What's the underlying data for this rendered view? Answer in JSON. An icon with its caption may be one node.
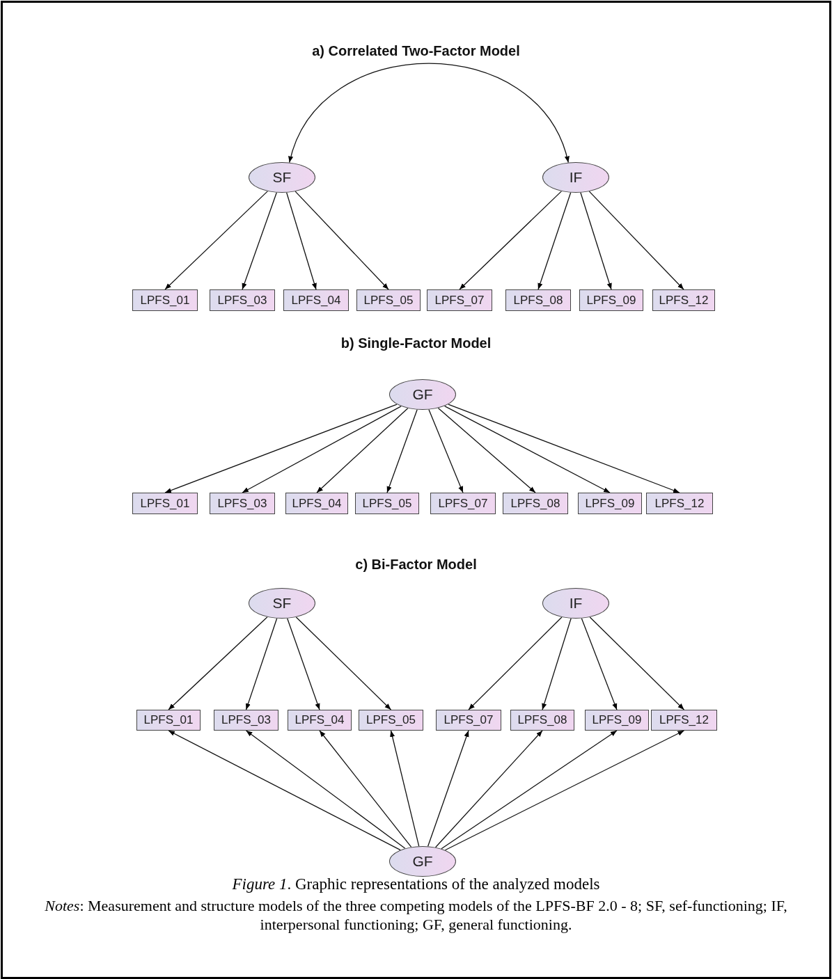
{
  "diagram": {
    "caption": "*Figure 1*. Graphic representations of the analyzed models",
    "nodes": [
      {
        "text": [
          "SF"
        ]
      },
      {
        "text": [
          "IF"
        ]
      },
      {
        "text": [
          "LPFS_01"
        ]
      },
      {
        "text": [
          "LPFS_03"
        ]
      },
      {
        "text": [
          "LPFS_04"
        ]
      },
      {
        "text": [
          "LPFS_05"
        ]
      },
      {
        "text": [
          "LPFS_07"
        ]
      },
      {
        "text": [
          "LPFS_08"
        ]
      },
      {
        "text": [
          "LPFS_09"
        ]
      },
      {
        "text": [
          "LPFS_12"
        ]
      },
      {
        "text": [
          "GF"
        ]
      },
      {
        "text": [
          "LPFS_01"
        ]
      },
      {
        "text": [
          "LPFS_03"
        ]
      },
      {
        "text": [
          "LPFS_04"
        ]
      },
      {
        "text": [
          "LPFS_05"
        ]
      },
      {
        "text": [
          "LPFS_07"
        ]
      },
      {
        "text": [
          "LPFS_08"
        ]
      },
      {
        "text": [
          "LPFS_09"
        ]
      },
      {
        "text": [
          "LPFS_12"
        ]
      },
      {
        "text": [
          "SF"
        ]
      },
      {
        "text": [
          "IF"
        ]
      },
      {
        "text": [
          "LPFS_01"
        ]
      },
      {
        "text": [
          "LPFS_03"
        ]
      },
      {
        "text": [
          "LPFS_04"
        ]
      },
      {
        "text": [
          "LPFS_05"
        ]
      },
      {
        "text": [
          "LPFS_07"
        ]
      },
      {
        "text": [
          "LPFS_08"
        ]
      },
      {
        "text": [
          "LPFS_09"
        ]
      },
      {
        "text": [
          "LPFS_12"
        ]
      },
      {
        "text": [
          "GF"
        ]
      }
    ],
    "edges": [
      {
        "from": 0,
        "to": 1,
        "arrow": "both"
      },
      {
        "from": 0,
        "to": 2,
        "arrow": "to"
      },
      {
        "from": 0,
        "to": 3,
        "arrow": "to"
      },
      {
        "from": 0,
        "to": 4,
        "arrow": "to"
      },
      {
        "from": 0,
        "to": 5,
        "arrow": "to"
      },
      {
        "from": 1,
        "to": 6,
        "arrow": "to"
      },
      {
        "from": 1,
        "to": 7,
        "arrow": "to"
      },
      {
        "from": 1,
        "to": 8,
        "arrow": "to"
      },
      {
        "from": 1,
        "to": 9,
        "arrow": "to"
      },
      {
        "from": 10,
        "to": 11,
        "arrow": "to"
      },
      {
        "from": 10,
        "to": 12,
        "arrow": "to"
      },
      {
        "from": 10,
        "to": 13,
        "arrow": "to"
      },
      {
        "from": 10,
        "to": 14,
        "arrow": "to"
      },
      {
        "from": 10,
        "to": 15,
        "arrow": "to"
      },
      {
        "from": 10,
        "to": 16,
        "arrow": "to"
      },
      {
        "from": 10,
        "to": 17,
        "arrow": "to"
      },
      {
        "from": 10,
        "to": 18,
        "arrow": "to"
      },
      {
        "from": 19,
        "to": 21,
        "arrow": "to"
      },
      {
        "from": 19,
        "to": 22,
        "arrow": "to"
      },
      {
        "from": 19,
        "to": 23,
        "arrow": "to"
      },
      {
        "from": 19,
        "to": 24,
        "arrow": "to"
      },
      {
        "from": 20,
        "to": 25,
        "arrow": "to"
      },
      {
        "from": 20,
        "to": 26,
        "arrow": "to"
      },
      {
        "from": 20,
        "to": 27,
        "arrow": "to"
      },
      {
        "from": 20,
        "to": 28,
        "arrow": "to"
      },
      {
        "from": 29,
        "to": 21,
        "arrow": "to"
      },
      {
        "from": 29,
        "to": 22,
        "arrow": "to"
      },
      {
        "from": 29,
        "to": 23,
        "arrow": "to"
      },
      {
        "from": 29,
        "to": 24,
        "arrow": "to"
      },
      {
        "from": 29,
        "to": 25,
        "arrow": "to"
      },
      {
        "from": 29,
        "to": 26,
        "arrow": "to"
      },
      {
        "from": 29,
        "to": 27,
        "arrow": "to"
      },
      {
        "from": 29,
        "to": 28,
        "arrow": "to"
      }
    ],
    "labels": [
      "a) Correlated Two-Factor Model",
      "b) Single-Factor Model",
      "c) Bi-Factor Model",
      "*Notes*: Measurement and structure models of the three competing models of the LPFS-BF 2.0 - 8; SF, sef-functioning; IF, interpersonal functioning; GF, general functioning."
    ]
  }
}
